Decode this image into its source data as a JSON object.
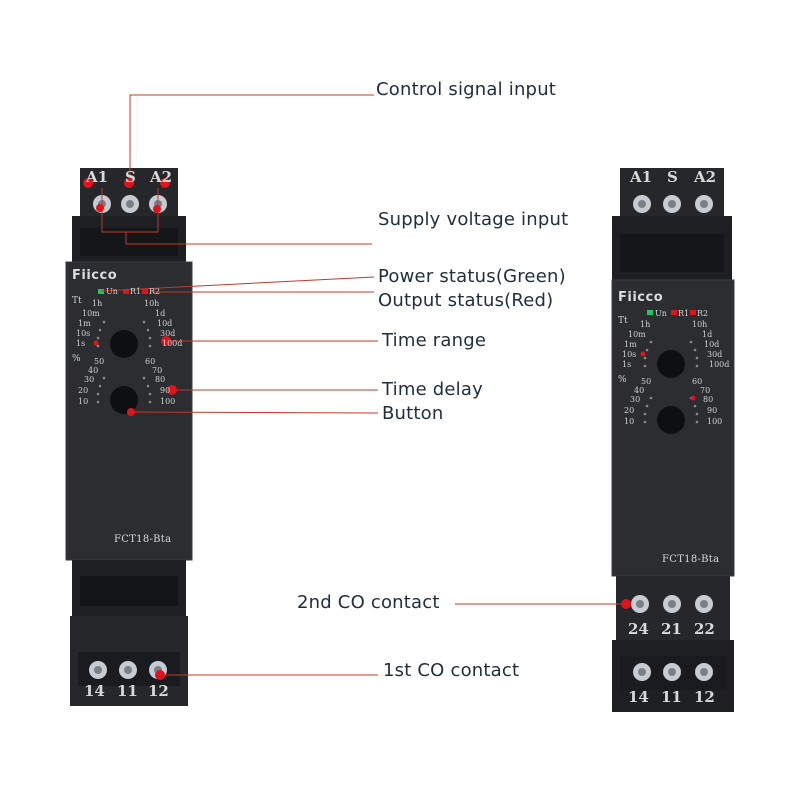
{
  "callouts": {
    "control_signal_input": "Control signal input",
    "supply_voltage_input": "Supply voltage input",
    "power_status": "Power status(Green)",
    "output_status": "Output status(Red)",
    "time_range": "Time range",
    "time_delay": "Time delay",
    "button": "Button",
    "second_co_contact": "2nd CO contact",
    "first_co_contact": "1st CO contact"
  },
  "device": {
    "brand": "Fiicco",
    "model": "FCT18-Bta",
    "top_terminals": [
      "A1",
      "S",
      "A2"
    ],
    "mid_terminals": [
      "24",
      "21",
      "22"
    ],
    "bottom_terminals": [
      "14",
      "11",
      "12"
    ],
    "leds": [
      "Un",
      "R1",
      "R2"
    ],
    "tt_label": "Tt",
    "time_range_left": [
      "1h",
      "10m",
      "1m",
      "10s",
      "1s"
    ],
    "time_range_right": [
      "10h",
      "1d",
      "10d",
      "30d",
      "100d"
    ],
    "percent_label": "%",
    "delay_left": [
      "50",
      "40",
      "30",
      "20",
      "10"
    ],
    "delay_right": [
      "60",
      "70",
      "80",
      "90",
      "100"
    ]
  },
  "colors": {
    "callout_line": "#c0392b",
    "marker": "#e0121b",
    "led_green": "#22c55e",
    "led_red": "#e0121b",
    "housing": "#2b2d31",
    "label_text": "#1f2d3d"
  }
}
